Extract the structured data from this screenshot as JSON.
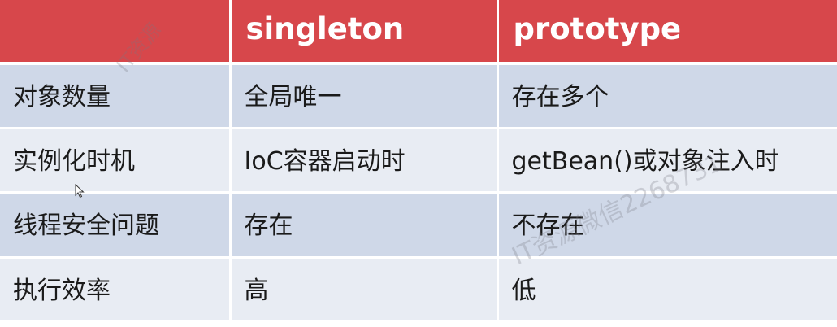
{
  "table": {
    "headers": [
      "",
      "singleton",
      "prototype"
    ],
    "rows": [
      [
        "对象数量",
        "全局唯一",
        "存在多个"
      ],
      [
        "实例化时机",
        "IoC容器启动时",
        "getBean()或对象注入时"
      ],
      [
        "线程安全问题",
        "存在",
        "不存在"
      ],
      [
        "执行效率",
        "高",
        "低"
      ]
    ]
  },
  "colors": {
    "header_bg": "#d7474b",
    "row_dark": "#cfd8e8",
    "row_light": "#e8ecf3"
  },
  "watermark": {
    "primary": "IT资源微信2268731",
    "secondary": "IT资源"
  },
  "icons": {
    "cursor": "mouse-pointer-icon"
  }
}
